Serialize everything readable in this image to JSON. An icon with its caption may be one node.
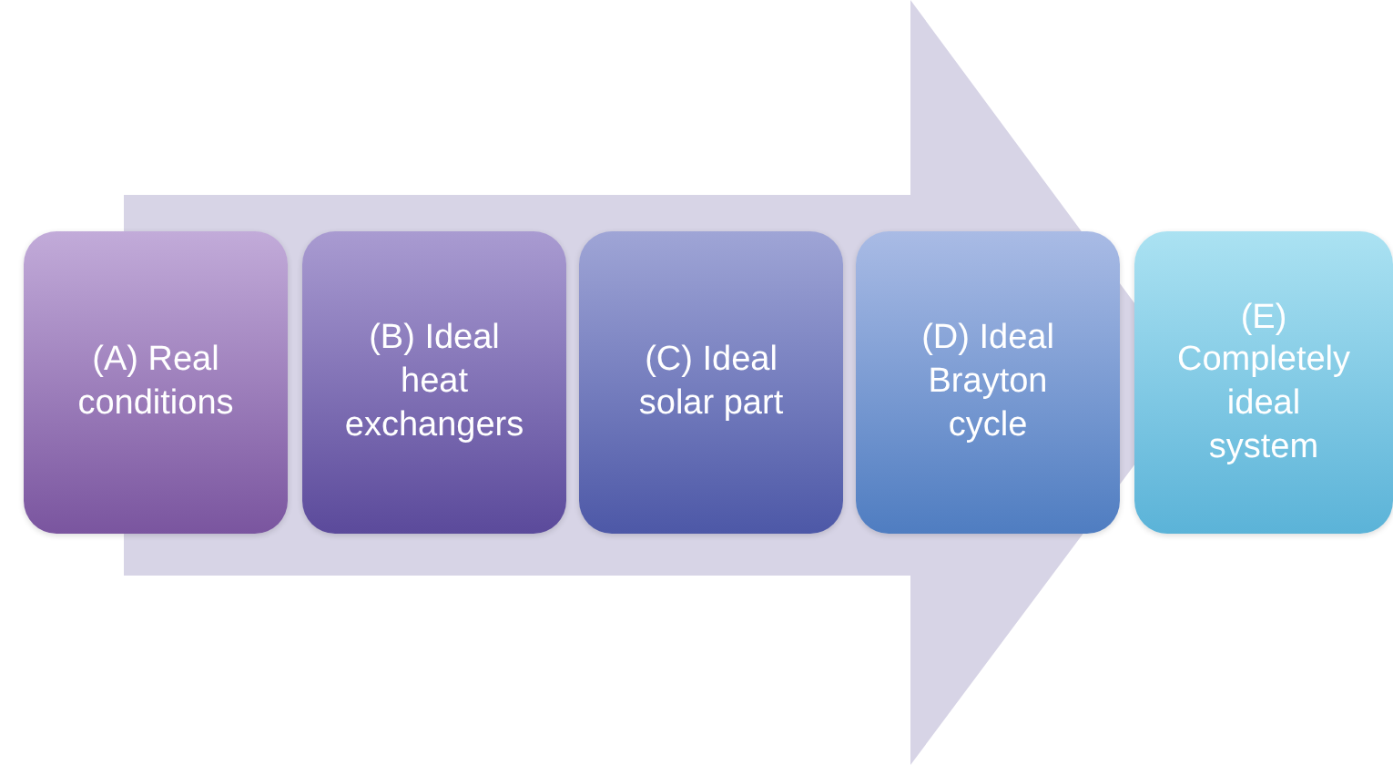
{
  "diagram": {
    "nodes": [
      {
        "text": [
          "(A) Real conditions"
        ]
      },
      {
        "text": [
          "(B) Ideal heat exchangers"
        ]
      },
      {
        "text": [
          "(C) Ideal solar part"
        ]
      },
      {
        "text": [
          "(D) Ideal Brayton cycle"
        ]
      },
      {
        "text": [
          "(E) Completely ideal system"
        ]
      }
    ],
    "edges": [
      {
        "from": 0,
        "to": 4,
        "arrow": "to"
      }
    ]
  }
}
